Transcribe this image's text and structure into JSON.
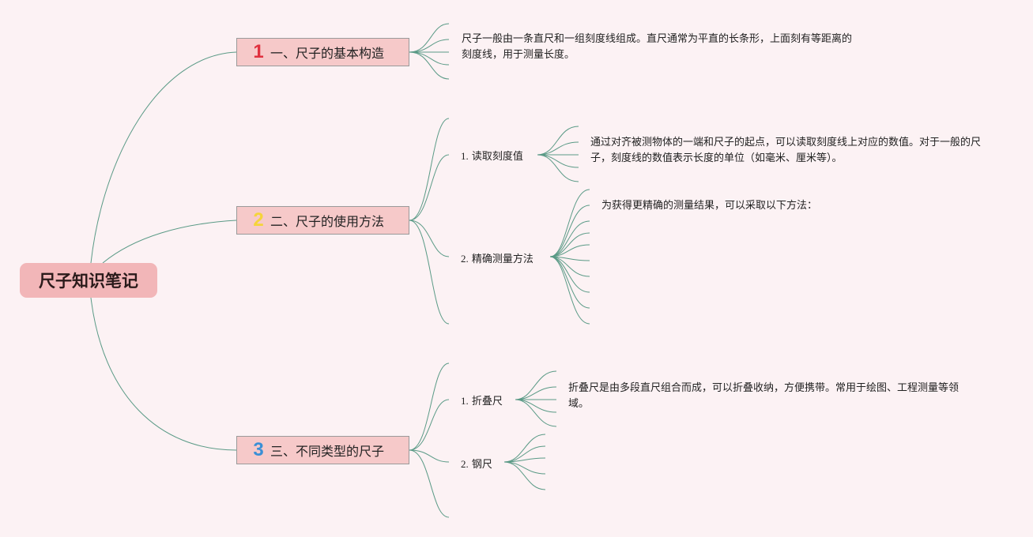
{
  "root": {
    "label": "尺子知识笔记"
  },
  "branches": [
    {
      "number": "1",
      "number_color": "#e0313f",
      "label": "一、尺子的基本构造"
    },
    {
      "number": "2",
      "number_color": "#f5d43a",
      "label": "二、尺子的使用方法"
    },
    {
      "number": "3",
      "number_color": "#3a8fd6",
      "label": "三、不同类型的尺子"
    }
  ],
  "branch1_note": "尺子一般由一条直尺和一组刻度线组成。直尺通常为平直的长条形，上面刻有等距离的刻度线，用于测量长度。",
  "branch2_topics": [
    {
      "index": "1.",
      "label": "读取刻度值",
      "note": "通过对齐被测物体的一端和尺子的起点，可以读取刻度线上对应的数值。对于一般的尺子，刻度线的数值表示长度的单位（如毫米、厘米等）。"
    },
    {
      "index": "2.",
      "label": "精确测量方法",
      "note": "为获得更精确的测量结果，可以采取以下方法："
    }
  ],
  "branch3_topics": [
    {
      "index": "1.",
      "label": "折叠尺",
      "note": "折叠尺是由多段直尺组合而成，可以折叠收纳，方便携带。常用于绘图、工程测量等领域。"
    },
    {
      "index": "2.",
      "label": "钢尺"
    }
  ],
  "colors": {
    "background": "#fcf2f4",
    "root_fill": "#f2b6b8",
    "branch_fill": "#f6c9c9",
    "link": "#5a9a86"
  }
}
